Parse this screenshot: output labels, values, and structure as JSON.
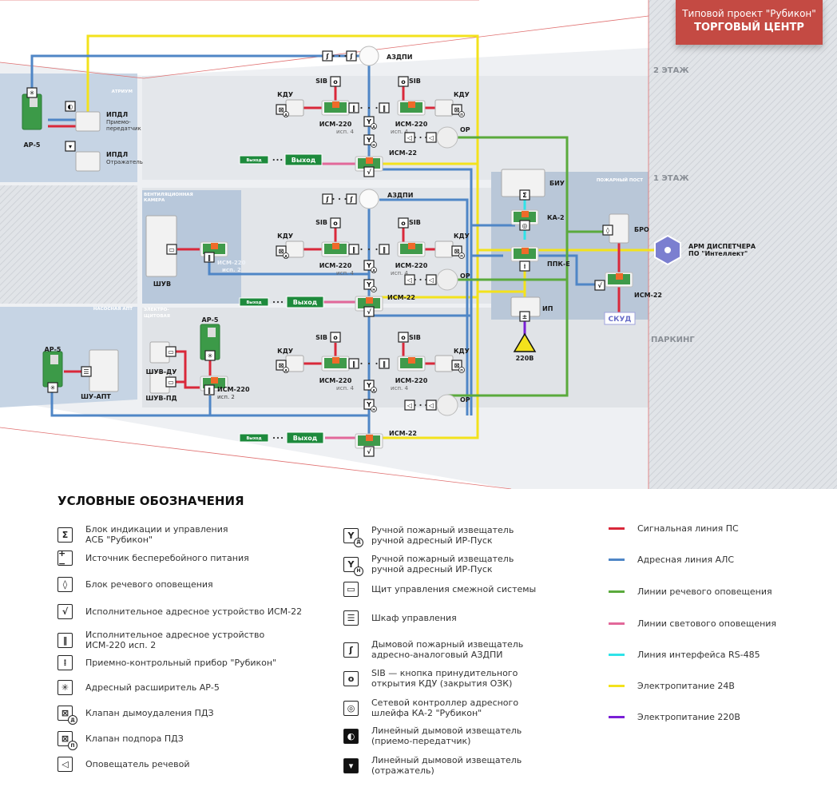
{
  "header": {
    "line1": "Типовой проект \"Рубикон\"",
    "line2": "ТОРГОВЫЙ ЦЕНТР"
  },
  "floors": {
    "f2": "2 ЭТАЖ",
    "f1": "1 ЭТАЖ",
    "parking": "ПАРКИНГ"
  },
  "rooms": {
    "atrium": "АТРИУМ",
    "vent1": "ВЕНТИЛЯЦИОННАЯ",
    "vent2": "КАМЕРА",
    "pump": "НАСОСНАЯ АПТ",
    "elec1": "ЭЛЕКТРО-",
    "elec2": "ЩИТОВАЯ",
    "post": "ПОЖАРНЫЙ ПОСТ"
  },
  "devices": {
    "azdpi": "АЗДПИ",
    "sib": "SIB",
    "kdu": "КДУ",
    "ism220": "ИСМ-220",
    "isp4": "исп. 4",
    "isp2": "исп. 2",
    "ism22": "ИСМ-22",
    "or": "ОР",
    "exit": "Выход",
    "ap5": "АР-5",
    "ipdl": "ИПДЛ",
    "tx1": "Приемо-",
    "tx2": "передатчик",
    "reflector": "Отражатель",
    "shuv": "ШУВ",
    "shuv_du": "ШУВ-ДУ",
    "shuv_pd": "ШУВ-ПД",
    "shu_apt": "ШУ-АПТ",
    "biu": "БИУ",
    "ka2": "КА-2",
    "ppk": "ППК-Е",
    "ip": "ИП",
    "v220": "220В",
    "bro": "БРО",
    "skud": "СКУД",
    "arm1": "АРМ ДИСПЕТЧЕРА",
    "arm2": "ПО \"Интеллект\""
  },
  "icon_marks": {
    "d": "Д",
    "p": "П",
    "n": "Н"
  },
  "colors": {
    "signal": "#d9283a",
    "address": "#4f86c6",
    "voice": "#5aaa3c",
    "light": "#e2689a",
    "rs485": "#2fe3e8",
    "power24": "#f3e21c",
    "power220": "#7a1fd6",
    "title_bg": "#c44a43"
  },
  "legend": {
    "title": "УСЛОВНЫЕ ОБОЗНАЧЕНИЯ",
    "col1": [
      {
        "icon": "sigma-icon",
        "text": "Блок индикации и управления\nАСБ \"Рубикон\""
      },
      {
        "icon": "plus-minus-icon",
        "text": "Источник бесперебойного питания"
      },
      {
        "icon": "drop-icon",
        "text": "Блок речевого оповещения"
      },
      {
        "icon": "check-icon",
        "text": "Исполнительное адресное устройство ИСМ-22"
      },
      {
        "icon": "double-bar-icon",
        "text": "Исполнительное адресное устройство\nИСМ-220 исп. 2"
      },
      {
        "icon": "dotted-cross-icon",
        "text": "Приемно-контрольный прибор \"Рубикон\""
      },
      {
        "icon": "burst-icon",
        "text": "Адресный расширитель АР-5"
      },
      {
        "icon": "valve-d-icon",
        "text": "Клапан дымоудаления ПДЗ"
      },
      {
        "icon": "valve-p-icon",
        "text": "Клапан подпора ПДЗ"
      },
      {
        "icon": "speaker-icon",
        "text": "Оповещатель речевой"
      }
    ],
    "col2": [
      {
        "icon": "manual-call-d-icon",
        "text": "Ручной пожарный извещатель\nручной адресный ИР-Пуск"
      },
      {
        "icon": "manual-call-n-icon",
        "text": "Ручной пожарный извещатель\nручной адресный ИР-Пуск"
      },
      {
        "icon": "panel-icon",
        "text": "Щит управления смежной системы"
      },
      {
        "icon": "cabinet-icon",
        "text": "Шкаф управления"
      },
      {
        "icon": "smoke-detector-icon",
        "text": "Дымовой пожарный извещатель\nадресно-аналоговый АЗДПИ"
      },
      {
        "icon": "sib-button-icon",
        "text": "SIB — кнопка принудительного\nоткрытия КДУ (закрытия ОЗК)"
      },
      {
        "icon": "network-controller-icon",
        "text": "Сетевой контроллер адресного\nшлейфа КА-2 \"Рубикон\""
      },
      {
        "icon": "linear-transceiver-icon",
        "text": "Линейный дымовой извещатель\n(приемо-передатчик)"
      },
      {
        "icon": "linear-reflector-icon",
        "text": "Линейный дымовой извещатель\n(отражатель)"
      }
    ],
    "lines": [
      {
        "color": "#d9283a",
        "text": "Сигнальная линия ПС"
      },
      {
        "color": "#4f86c6",
        "text": "Адресная линия АЛС"
      },
      {
        "color": "#5aaa3c",
        "text": "Линии речевого оповещения"
      },
      {
        "color": "#e2689a",
        "text": "Линии светового оповещения"
      },
      {
        "color": "#2fe3e8",
        "text": "Линия интерфейса RS-485"
      },
      {
        "color": "#f3e21c",
        "text": "Электропитание 24В"
      },
      {
        "color": "#7a1fd6",
        "text": "Электропитание 220В"
      }
    ]
  }
}
